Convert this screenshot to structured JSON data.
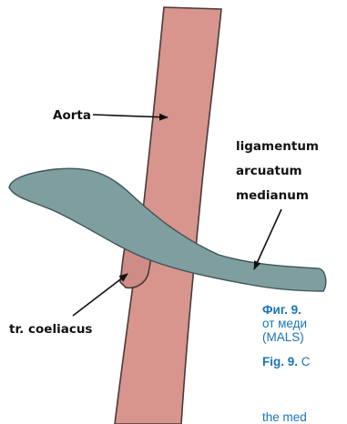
{
  "labels": {
    "aorta": "Aorta",
    "ligament_line1": "ligamentum",
    "ligament_line2": "arcuatum",
    "ligament_line3": "medianum",
    "celiac": "tr. coeliacus"
  },
  "caption": {
    "bg_label": "Фиг. 9.",
    "bg_line2": "от меди",
    "bg_line3": "(MALS)",
    "en_label": "Fig. 9.",
    "en_line1_rest": "C",
    "en_line2": "the med"
  },
  "colors": {
    "aorta_fill": "#d7958e",
    "aorta_stroke": "#4a3a38",
    "ligament_fill": "#7e9ea0",
    "ligament_stroke": "#3f5456",
    "caption_blue": "#1a73b8"
  }
}
